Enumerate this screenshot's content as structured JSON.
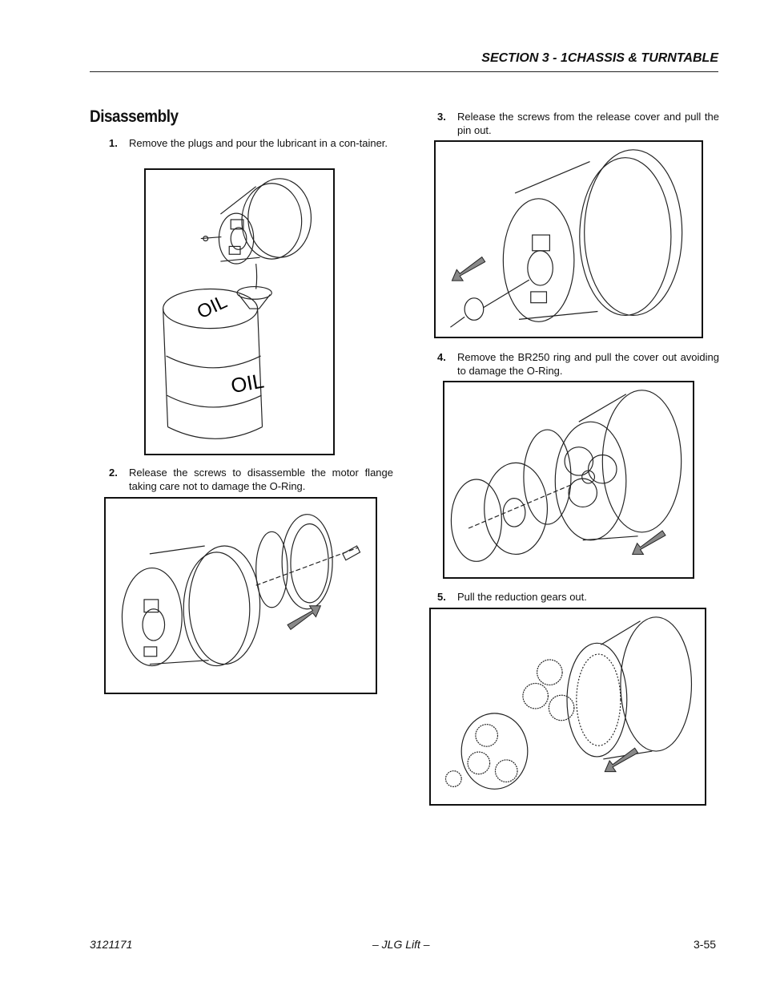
{
  "header": {
    "section_title": "SECTION 3 - 1CHASSIS & TURNTABLE"
  },
  "heading": "Disassembly",
  "steps": [
    {
      "num": "1.",
      "text": "Remove the plugs and pour the lubricant in a con-tainer."
    },
    {
      "num": "2.",
      "text": "Release the screws to disassemble the motor flange taking care not to damage the O-Ring."
    },
    {
      "num": "3.",
      "text": "Release the screws from the release cover and pull the pin out."
    },
    {
      "num": "4.",
      "text": "Remove the BR250 ring and pull the cover out avoiding to damage the O-Ring."
    },
    {
      "num": "5.",
      "text": "Pull the reduction gears out."
    }
  ],
  "figure_labels": {
    "drum_label": "OIL"
  },
  "footer": {
    "doc_number": "3121171",
    "center": "– JLG Lift –",
    "page": "3-55"
  }
}
